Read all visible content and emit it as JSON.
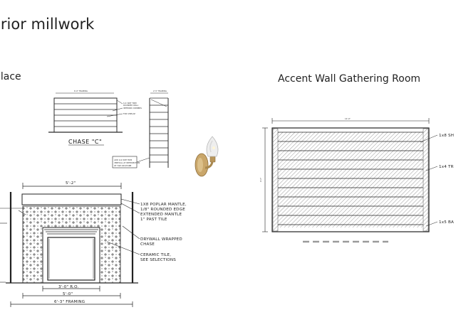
{
  "slide": {
    "title": "erior millwork",
    "left_heading": "place",
    "right_heading": "Accent Wall Gathering Room"
  },
  "fireplace_drawing": {
    "chase_label": "CHASE \"C\"",
    "dim_top": "5'-2\"",
    "dim_ro": "3'-0\" R.O.",
    "dim_opening": "5'-0\"",
    "dim_framing": "6'-3\" FRAMING",
    "callout_mantle_1": "1X8 POPLAR MANTLE,",
    "callout_mantle_2": "1/8\" ROUNDED EDGE",
    "callout_mantle_3": "EXTENDED MANTLE",
    "callout_mantle_4": "1\" PAST TILE",
    "callout_drywall_1": "DRYWALL WRAPPED",
    "callout_drywall_2": "CHASE",
    "callout_tile_1": "CERAMIC TILE,",
    "callout_tile_2": "SEE SELECTIONS"
  },
  "accent_wall_drawing": {
    "callout_1": "1x8 SH",
    "callout_2": "1x4 TR",
    "callout_3": "1x5 BA"
  },
  "colors": {
    "line": "#2a2a2a",
    "hatch": "#8a8a8a",
    "sconce_brass": "#b8955a"
  },
  "icons": [
    "wall-sconce-photo"
  ]
}
